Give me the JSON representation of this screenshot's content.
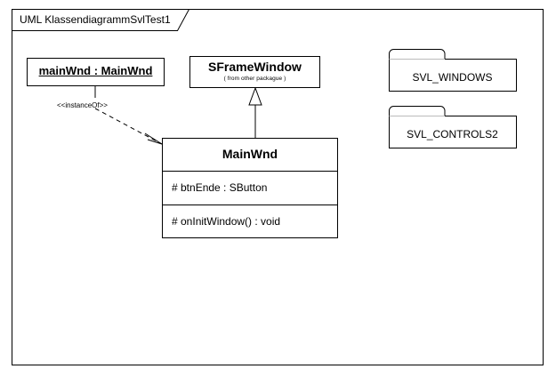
{
  "diagram": {
    "title": "UML KlassendiagrammSvlTest1",
    "kind": "uml-class-diagram",
    "background_color": "#ffffff",
    "line_color": "#000000"
  },
  "nodes": {
    "object_instance": {
      "label": "mainWnd : MainWnd",
      "instance_name": "mainWnd",
      "class_name": "MainWnd"
    },
    "sframe_window": {
      "name": "SFrameWindow",
      "stereotype_note": "( from other packague )"
    },
    "main_wnd_class": {
      "name": "MainWnd",
      "attributes": [
        "# btnEnde : SButton"
      ],
      "operations": [
        "# onInitWindow() : void"
      ]
    },
    "packages": [
      {
        "label": "SVL_WINDOWS"
      },
      {
        "label": "SVL_CONTROLS2"
      }
    ]
  },
  "edges": [
    {
      "name": "instance-of-dependency",
      "label": "<<instanceOf>>",
      "from": "mainWnd : MainWnd",
      "to": "MainWnd",
      "style": "dashed",
      "arrow": "open"
    },
    {
      "name": "generalization",
      "label": "",
      "from": "MainWnd",
      "to": "SFrameWindow",
      "style": "solid",
      "arrow": "hollow-triangle"
    }
  ]
}
